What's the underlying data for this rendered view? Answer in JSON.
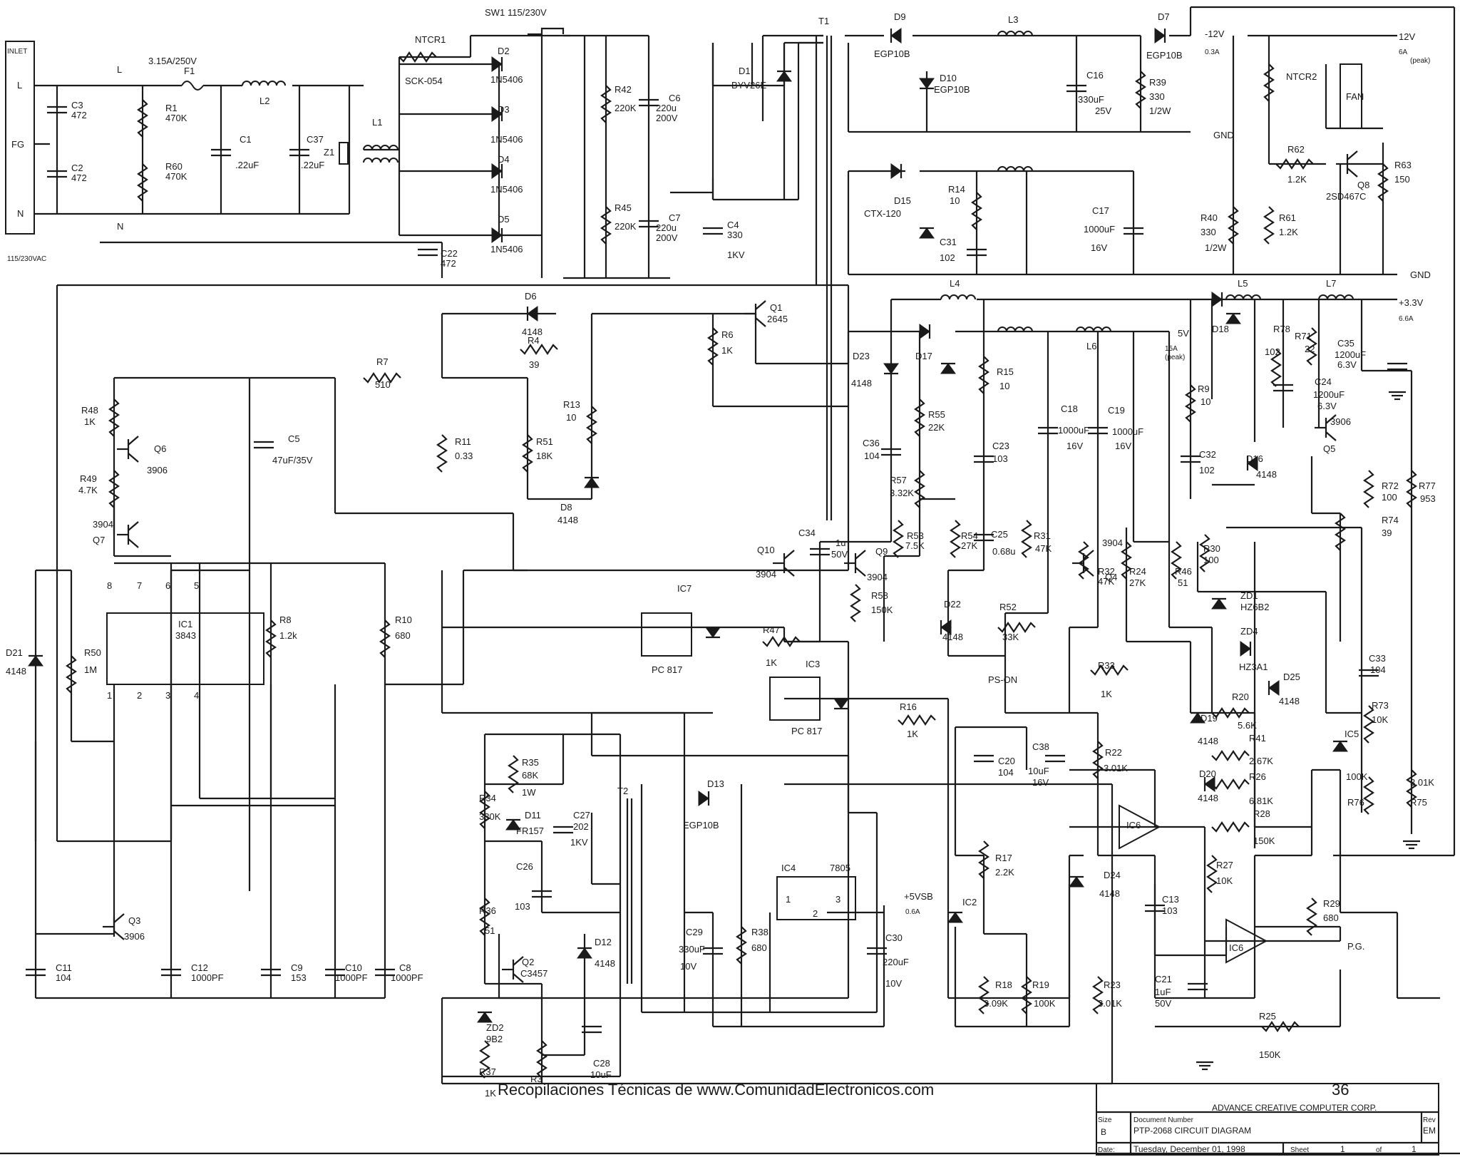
{
  "header": {
    "text": "Recopilaciones Técnicas de www.ComunidadElectronicos.com",
    "page_number": "36"
  },
  "title_block": {
    "company": "ADVANCE CREATIVE COMPUTER CORP.",
    "size_label": "Size",
    "size_value": "B",
    "docnum_label": "Document Number",
    "document": "PTP-2068 CIRCUIT DIAGRAM",
    "rev_label": "Rev",
    "rev_value": "EM",
    "date_label": "Date:",
    "date": "Tuesday, December 01, 1998",
    "sheet_label": "Sheet",
    "sheet": "1",
    "of_label": "of",
    "of": "1"
  },
  "ports": {
    "input_header": "INLET",
    "line": "L",
    "fg": "FG",
    "neutral": "N",
    "mains": "115/230VAC"
  },
  "outputs": {
    "m12v": "-12V",
    "m12v_amp": "0.3A",
    "p12v": "12V",
    "p12v_amp": "6A",
    "p12v_peak": "(peak)",
    "gnd1": "GND",
    "gnd2": "GND",
    "p33v": "+3.3V",
    "p33v_amp": "6.6A",
    "p5v": "5V",
    "p5v_amp": "15A",
    "p5v_peak": "(peak)",
    "p5vsb": "+5VSB",
    "p5vsb_amp": "0.6A",
    "ps_on": "PS-ON",
    "pg": "P.G."
  },
  "labels": [
    {
      "k": "sw1",
      "t": "SW1"
    },
    {
      "k": "sw1v",
      "t": "115/230V"
    },
    {
      "k": "f1v",
      "t": "3.15A/250V"
    },
    {
      "k": "f1",
      "t": "F1"
    },
    {
      "k": "l",
      "t": "L"
    },
    {
      "k": "n",
      "t": "N"
    },
    {
      "k": "c3",
      "t": "C3"
    },
    {
      "k": "c3v",
      "t": "472"
    },
    {
      "k": "c2",
      "t": "C2"
    },
    {
      "k": "c2v",
      "t": "472"
    },
    {
      "k": "r1",
      "t": "R1"
    },
    {
      "k": "r1v",
      "t": "470K"
    },
    {
      "k": "r60",
      "t": "R60"
    },
    {
      "k": "r60v",
      "t": "470K"
    },
    {
      "k": "l2",
      "t": "L2"
    },
    {
      "k": "c1",
      "t": "C1"
    },
    {
      "k": "c1v",
      "t": ".22uF"
    },
    {
      "k": "c37",
      "t": "C37"
    },
    {
      "k": "c37v",
      "t": ".22uF"
    },
    {
      "k": "z1",
      "t": "Z1"
    },
    {
      "k": "l1",
      "t": "L1"
    },
    {
      "k": "ntcr1",
      "t": "NTCR1"
    },
    {
      "k": "scr",
      "t": "SCK-054"
    },
    {
      "k": "d2",
      "t": "D2"
    },
    {
      "k": "d2v",
      "t": "1N5406"
    },
    {
      "k": "d3",
      "t": "D3"
    },
    {
      "k": "d3v",
      "t": "1N5406"
    },
    {
      "k": "d4",
      "t": "D4"
    },
    {
      "k": "d4v",
      "t": "1N5406"
    },
    {
      "k": "d5",
      "t": "D5"
    },
    {
      "k": "d5v",
      "t": "1N5406"
    },
    {
      "k": "r42",
      "t": "R42"
    },
    {
      "k": "r42v",
      "t": "220K"
    },
    {
      "k": "c6",
      "t": "C6"
    },
    {
      "k": "c6v",
      "t": "220u"
    },
    {
      "k": "c6s",
      "t": "200V"
    },
    {
      "k": "r45",
      "t": "R45"
    },
    {
      "k": "r45v",
      "t": "220K"
    },
    {
      "k": "c7",
      "t": "C7"
    },
    {
      "k": "c7v",
      "t": "220u"
    },
    {
      "k": "c7s",
      "t": "200V"
    },
    {
      "k": "d1",
      "t": "D1"
    },
    {
      "k": "d1v",
      "t": "BYV26E"
    },
    {
      "k": "c4",
      "t": "C4"
    },
    {
      "k": "c4v",
      "t": "330"
    },
    {
      "k": "c4s",
      "t": "1KV"
    },
    {
      "k": "t1",
      "t": "T1"
    },
    {
      "k": "c22",
      "t": "C22"
    },
    {
      "k": "c22v",
      "t": "472"
    },
    {
      "k": "d6",
      "t": "D6"
    },
    {
      "k": "d6v",
      "t": "4148"
    },
    {
      "k": "r4",
      "t": "R4"
    },
    {
      "k": "r4v",
      "t": "39"
    },
    {
      "k": "q1",
      "t": "Q1"
    },
    {
      "k": "q1v",
      "t": "2645"
    },
    {
      "k": "r6",
      "t": "R6"
    },
    {
      "k": "r6v",
      "t": "1K"
    },
    {
      "k": "r7",
      "t": "R7"
    },
    {
      "k": "r7v",
      "t": "510"
    },
    {
      "k": "r48",
      "t": "R48"
    },
    {
      "k": "r48v",
      "t": "1K"
    },
    {
      "k": "q6",
      "t": "Q6"
    },
    {
      "k": "q6v",
      "t": "3906"
    },
    {
      "k": "r49",
      "t": "R49"
    },
    {
      "k": "r49v",
      "t": "4.7K"
    },
    {
      "k": "q7v",
      "t": "3904"
    },
    {
      "k": "q7",
      "t": "Q7"
    },
    {
      "k": "c5",
      "t": "C5"
    },
    {
      "k": "c5v",
      "t": "47uF/35V"
    },
    {
      "k": "r11",
      "t": "R11"
    },
    {
      "k": "r11v",
      "t": "0.33"
    },
    {
      "k": "r51",
      "t": "R51"
    },
    {
      "k": "r51v",
      "t": "18K"
    },
    {
      "k": "r13",
      "t": "R13"
    },
    {
      "k": "r13v",
      "t": "10"
    },
    {
      "k": "d8",
      "t": "D8"
    },
    {
      "k": "d8v",
      "t": "4148"
    },
    {
      "k": "ic1",
      "t": "IC1"
    },
    {
      "k": "ic1v",
      "t": "3843"
    },
    {
      "k": "p8",
      "t": "8"
    },
    {
      "k": "p7",
      "t": "7"
    },
    {
      "k": "p6",
      "t": "6"
    },
    {
      "k": "p5",
      "t": "5"
    },
    {
      "k": "p1",
      "t": "1"
    },
    {
      "k": "p2",
      "t": "2"
    },
    {
      "k": "p3",
      "t": "3"
    },
    {
      "k": "p4",
      "t": "4"
    },
    {
      "k": "d21",
      "t": "D21"
    },
    {
      "k": "d21v",
      "t": "4148"
    },
    {
      "k": "r50",
      "t": "R50"
    },
    {
      "k": "r50v",
      "t": "1M"
    },
    {
      "k": "r8",
      "t": "R8"
    },
    {
      "k": "r8v",
      "t": "1.2k"
    },
    {
      "k": "r10",
      "t": "R10"
    },
    {
      "k": "r10v",
      "t": "680"
    },
    {
      "k": "q3",
      "t": "Q3"
    },
    {
      "k": "q3v",
      "t": "3906"
    },
    {
      "k": "c11",
      "t": "C11"
    },
    {
      "k": "c11v",
      "t": "104"
    },
    {
      "k": "c12",
      "t": "C12"
    },
    {
      "k": "c12v",
      "t": "1000PF"
    },
    {
      "k": "c9",
      "t": "C9"
    },
    {
      "k": "c9v",
      "t": "153"
    },
    {
      "k": "c10",
      "t": "C10"
    },
    {
      "k": "c10v",
      "t": "1000PF"
    },
    {
      "k": "c8",
      "t": "C8"
    },
    {
      "k": "c8v",
      "t": "1000PF"
    },
    {
      "k": "ic7",
      "t": "IC7"
    },
    {
      "k": "pc817a",
      "t": "PC 817"
    },
    {
      "k": "ic3",
      "t": "IC3"
    },
    {
      "k": "pc817b",
      "t": "PC 817"
    },
    {
      "k": "r47",
      "t": "R47"
    },
    {
      "k": "r47v",
      "t": "1K"
    },
    {
      "k": "r35",
      "t": "R35"
    },
    {
      "k": "r35v",
      "t": "68K"
    },
    {
      "k": "r35s",
      "t": "1W"
    },
    {
      "k": "r34",
      "t": "R34"
    },
    {
      "k": "r34v",
      "t": "330K"
    },
    {
      "k": "d11",
      "t": "D11"
    },
    {
      "k": "d11v",
      "t": "FR157"
    },
    {
      "k": "c27",
      "t": "C27"
    },
    {
      "k": "c27v",
      "t": "202"
    },
    {
      "k": "c27s",
      "t": "1KV"
    },
    {
      "k": "c26",
      "t": "C26"
    },
    {
      "k": "c26v",
      "t": "103"
    },
    {
      "k": "r36",
      "t": "R36"
    },
    {
      "k": "r36v",
      "t": "51"
    },
    {
      "k": "q2",
      "t": "Q2"
    },
    {
      "k": "q2v",
      "t": "C3457"
    },
    {
      "k": "zd2",
      "t": "ZD2"
    },
    {
      "k": "zd2v",
      "t": "9B2"
    },
    {
      "k": "r37",
      "t": "R37"
    },
    {
      "k": "r37v",
      "t": "1K"
    },
    {
      "k": "r3",
      "t": "R3"
    },
    {
      "k": "c28",
      "t": "C28"
    },
    {
      "k": "c28v",
      "t": "10uF"
    },
    {
      "k": "d12",
      "t": "D12"
    },
    {
      "k": "d12v",
      "t": "4148"
    },
    {
      "k": "t2",
      "t": "T2"
    },
    {
      "k": "d13",
      "t": "D13"
    },
    {
      "k": "d13v",
      "t": "EGP10B"
    },
    {
      "k": "ic4",
      "t": "IC4"
    },
    {
      "k": "ic4v",
      "t": "7805"
    },
    {
      "k": "ic4p1",
      "t": "1"
    },
    {
      "k": "ic4p3",
      "t": "3"
    },
    {
      "k": "ic4p2",
      "t": "2"
    },
    {
      "k": "c29",
      "t": "C29"
    },
    {
      "k": "c29v",
      "t": "330uF"
    },
    {
      "k": "c29s",
      "t": "10V"
    },
    {
      "k": "r38",
      "t": "R38"
    },
    {
      "k": "r38v",
      "t": "680"
    },
    {
      "k": "c30",
      "t": "C30"
    },
    {
      "k": "c30v",
      "t": "220uF"
    },
    {
      "k": "c30s",
      "t": "10V"
    },
    {
      "k": "d9",
      "t": "D9"
    },
    {
      "k": "d9v",
      "t": "EGP10B"
    },
    {
      "k": "l3",
      "t": "L3"
    },
    {
      "k": "d10",
      "t": "D10"
    },
    {
      "k": "d10v",
      "t": "EGP10B"
    },
    {
      "k": "d7",
      "t": "D7"
    },
    {
      "k": "d7v",
      "t": "EGP10B"
    },
    {
      "k": "c16",
      "t": "C16"
    },
    {
      "k": "c16v",
      "t": "330uF"
    },
    {
      "k": "c16s",
      "t": "25V"
    },
    {
      "k": "r39",
      "t": "R39"
    },
    {
      "k": "r39v",
      "t": "330"
    },
    {
      "k": "r39s",
      "t": "1/2W"
    },
    {
      "k": "ntcr2",
      "t": "NTCR2"
    },
    {
      "k": "fan",
      "t": "FAN"
    },
    {
      "k": "r62",
      "t": "R62"
    },
    {
      "k": "r62v",
      "t": "1.2K"
    },
    {
      "k": "q8",
      "t": "Q8"
    },
    {
      "k": "q8v",
      "t": "2SD467C"
    },
    {
      "k": "r63",
      "t": "R63"
    },
    {
      "k": "r63v",
      "t": "150"
    },
    {
      "k": "r40",
      "t": "R40"
    },
    {
      "k": "r40v",
      "t": "330"
    },
    {
      "k": "r40s",
      "t": "1/2W"
    },
    {
      "k": "r61",
      "t": "R61"
    },
    {
      "k": "r61v",
      "t": "1.2K"
    },
    {
      "k": "d15",
      "t": "D15"
    },
    {
      "k": "ctx",
      "t": "CTX-120"
    },
    {
      "k": "r14",
      "t": "R14"
    },
    {
      "k": "r14v",
      "t": "10"
    },
    {
      "k": "c31",
      "t": "C31"
    },
    {
      "k": "c31v",
      "t": "102"
    },
    {
      "k": "c17",
      "t": "C17"
    },
    {
      "k": "c17v",
      "t": "1000uF"
    },
    {
      "k": "c17s",
      "t": "16V"
    },
    {
      "k": "l4",
      "t": "L4"
    },
    {
      "k": "l5",
      "t": "L5"
    },
    {
      "k": "l7",
      "t": "L7"
    },
    {
      "k": "d18",
      "t": "D18"
    },
    {
      "k": "r71",
      "t": "R71"
    },
    {
      "k": "r71v",
      "t": "22"
    },
    {
      "k": "c35",
      "t": "C35"
    },
    {
      "k": "c35v",
      "t": "1200uF"
    },
    {
      "k": "c35s",
      "t": "6.3V"
    },
    {
      "k": "r78",
      "t": "R78"
    },
    {
      "k": "r78v",
      "t": "102"
    },
    {
      "k": "c24",
      "t": "C24"
    },
    {
      "k": "c24v",
      "t": "1200uF"
    },
    {
      "k": "c24s",
      "t": "6.3V"
    },
    {
      "k": "q5",
      "t": "Q5"
    },
    {
      "k": "q5v",
      "t": "3906"
    },
    {
      "k": "d16",
      "t": "D16"
    },
    {
      "k": "d16v",
      "t": "4148"
    },
    {
      "k": "d23",
      "t": "D23"
    },
    {
      "k": "d23v",
      "t": "4148"
    },
    {
      "k": "d17",
      "t": "D17"
    },
    {
      "k": "r15",
      "t": "R15"
    },
    {
      "k": "r15v",
      "t": "10"
    },
    {
      "k": "l6",
      "t": "L6"
    },
    {
      "k": "c18",
      "t": "C18"
    },
    {
      "k": "c18v",
      "t": "1000uF"
    },
    {
      "k": "c18s",
      "t": "16V"
    },
    {
      "k": "c19",
      "t": "C19"
    },
    {
      "k": "c19v",
      "t": "1000uF"
    },
    {
      "k": "c19s",
      "t": "16V"
    },
    {
      "k": "r55",
      "t": "R55"
    },
    {
      "k": "r55v",
      "t": "22K"
    },
    {
      "k": "c36",
      "t": "C36"
    },
    {
      "k": "c36v",
      "t": "104"
    },
    {
      "k": "c23",
      "t": "C23"
    },
    {
      "k": "c23v",
      "t": "103"
    },
    {
      "k": "r9",
      "t": "R9"
    },
    {
      "k": "r9v",
      "t": "10"
    },
    {
      "k": "c32",
      "t": "C32"
    },
    {
      "k": "c32v",
      "t": "102"
    },
    {
      "k": "r57",
      "t": "R57"
    },
    {
      "k": "r57v",
      "t": "3.32K"
    },
    {
      "k": "r72",
      "t": "R72"
    },
    {
      "k": "r72v",
      "t": "100"
    },
    {
      "k": "r77",
      "t": "R77"
    },
    {
      "k": "r77v",
      "t": "953"
    },
    {
      "k": "r74",
      "t": "R74"
    },
    {
      "k": "r74v",
      "t": "39"
    },
    {
      "k": "q10",
      "t": "Q10"
    },
    {
      "k": "q10v",
      "t": "3904"
    },
    {
      "k": "c34",
      "t": "C34"
    },
    {
      "k": "c34v",
      "t": "1u"
    },
    {
      "k": "c34s",
      "t": "50V"
    },
    {
      "k": "q9",
      "t": "Q9"
    },
    {
      "k": "q9v",
      "t": "3904"
    },
    {
      "k": "r53",
      "t": "R53"
    },
    {
      "k": "r53v",
      "t": "7.5K"
    },
    {
      "k": "r54",
      "t": "R54"
    },
    {
      "k": "r54v",
      "t": "27K"
    },
    {
      "k": "c25",
      "t": "C25"
    },
    {
      "k": "c25v",
      "t": "0.68u"
    },
    {
      "k": "r31",
      "t": "R31"
    },
    {
      "k": "r31v",
      "t": "47K"
    },
    {
      "k": "q4v",
      "t": "3904"
    },
    {
      "k": "q4",
      "t": "Q4"
    },
    {
      "k": "r32",
      "t": "R32"
    },
    {
      "k": "r32v",
      "t": "47K"
    },
    {
      "k": "r24",
      "t": "R24"
    },
    {
      "k": "r24v",
      "t": "27K"
    },
    {
      "k": "r46",
      "t": "R46"
    },
    {
      "k": "r46v",
      "t": "51"
    },
    {
      "k": "r30",
      "t": "R30"
    },
    {
      "k": "r30v",
      "t": "100"
    },
    {
      "k": "zd1",
      "t": "ZD1"
    },
    {
      "k": "zd1v",
      "t": "HZ6B2"
    },
    {
      "k": "r58",
      "t": "R58"
    },
    {
      "k": "r58v",
      "t": "150K"
    },
    {
      "k": "d22",
      "t": "D22"
    },
    {
      "k": "d22v",
      "t": "4148"
    },
    {
      "k": "r52",
      "t": "R52"
    },
    {
      "k": "r52v",
      "t": "33K"
    },
    {
      "k": "zd4",
      "t": "ZD4"
    },
    {
      "k": "zd4v",
      "t": "HZ3A1"
    },
    {
      "k": "r33",
      "t": "R33"
    },
    {
      "k": "r33v",
      "t": "1K"
    },
    {
      "k": "d25",
      "t": "D25"
    },
    {
      "k": "d25v",
      "t": "4148"
    },
    {
      "k": "c33",
      "t": "C33"
    },
    {
      "k": "c33v",
      "t": "104"
    },
    {
      "k": "r20",
      "t": "R20"
    },
    {
      "k": "r20v",
      "t": "5.6K"
    },
    {
      "k": "d19",
      "t": "D19"
    },
    {
      "k": "d19v",
      "t": "4148"
    },
    {
      "k": "r41",
      "t": "R41"
    },
    {
      "k": "r41v",
      "t": "2.67K"
    },
    {
      "k": "r26",
      "t": "R26"
    },
    {
      "k": "r26v",
      "t": "6.81K"
    },
    {
      "k": "d20",
      "t": "D20"
    },
    {
      "k": "d20v",
      "t": "4148"
    },
    {
      "k": "r73",
      "t": "R73"
    },
    {
      "k": "r73v",
      "t": "10K"
    },
    {
      "k": "ic5",
      "t": "IC5"
    },
    {
      "k": "r76v",
      "t": "100K"
    },
    {
      "k": "r76",
      "t": "R76"
    },
    {
      "k": "r75v",
      "t": "3.01K"
    },
    {
      "k": "r75",
      "t": "R75"
    },
    {
      "k": "r16",
      "t": "R16"
    },
    {
      "k": "r16v",
      "t": "1K"
    },
    {
      "k": "c20",
      "t": "C20"
    },
    {
      "k": "c20v",
      "t": "104"
    },
    {
      "k": "c38",
      "t": "C38"
    },
    {
      "k": "c38v",
      "t": "10uF"
    },
    {
      "k": "c38s",
      "t": "16V"
    },
    {
      "k": "r22",
      "t": "R22"
    },
    {
      "k": "r22v",
      "t": "3.01K"
    },
    {
      "k": "ic6a",
      "t": "IC6"
    },
    {
      "k": "r28",
      "t": "R28"
    },
    {
      "k": "r28v",
      "t": "150K"
    },
    {
      "k": "r17",
      "t": "R17"
    },
    {
      "k": "r17v",
      "t": "2.2K"
    },
    {
      "k": "ic2",
      "t": "IC2"
    },
    {
      "k": "d24",
      "t": "D24"
    },
    {
      "k": "d24v",
      "t": "4148"
    },
    {
      "k": "c13",
      "t": "C13"
    },
    {
      "k": "c13v",
      "t": "103"
    },
    {
      "k": "r27",
      "t": "R27"
    },
    {
      "k": "r27v",
      "t": "10K"
    },
    {
      "k": "ic6b",
      "t": "IC6"
    },
    {
      "k": "r29",
      "t": "R29"
    },
    {
      "k": "r29v",
      "t": "680"
    },
    {
      "k": "r18",
      "t": "R18"
    },
    {
      "k": "r18v",
      "t": "3.09K"
    },
    {
      "k": "r19",
      "t": "R19"
    },
    {
      "k": "r19v",
      "t": "100K"
    },
    {
      "k": "r23",
      "t": "R23"
    },
    {
      "k": "r23v",
      "t": "3.01K"
    },
    {
      "k": "c21",
      "t": "C21"
    },
    {
      "k": "c21v",
      "t": "1uF"
    },
    {
      "k": "c21s",
      "t": "50V"
    },
    {
      "k": "r25",
      "t": "R25"
    },
    {
      "k": "r25v",
      "t": "150K"
    }
  ]
}
